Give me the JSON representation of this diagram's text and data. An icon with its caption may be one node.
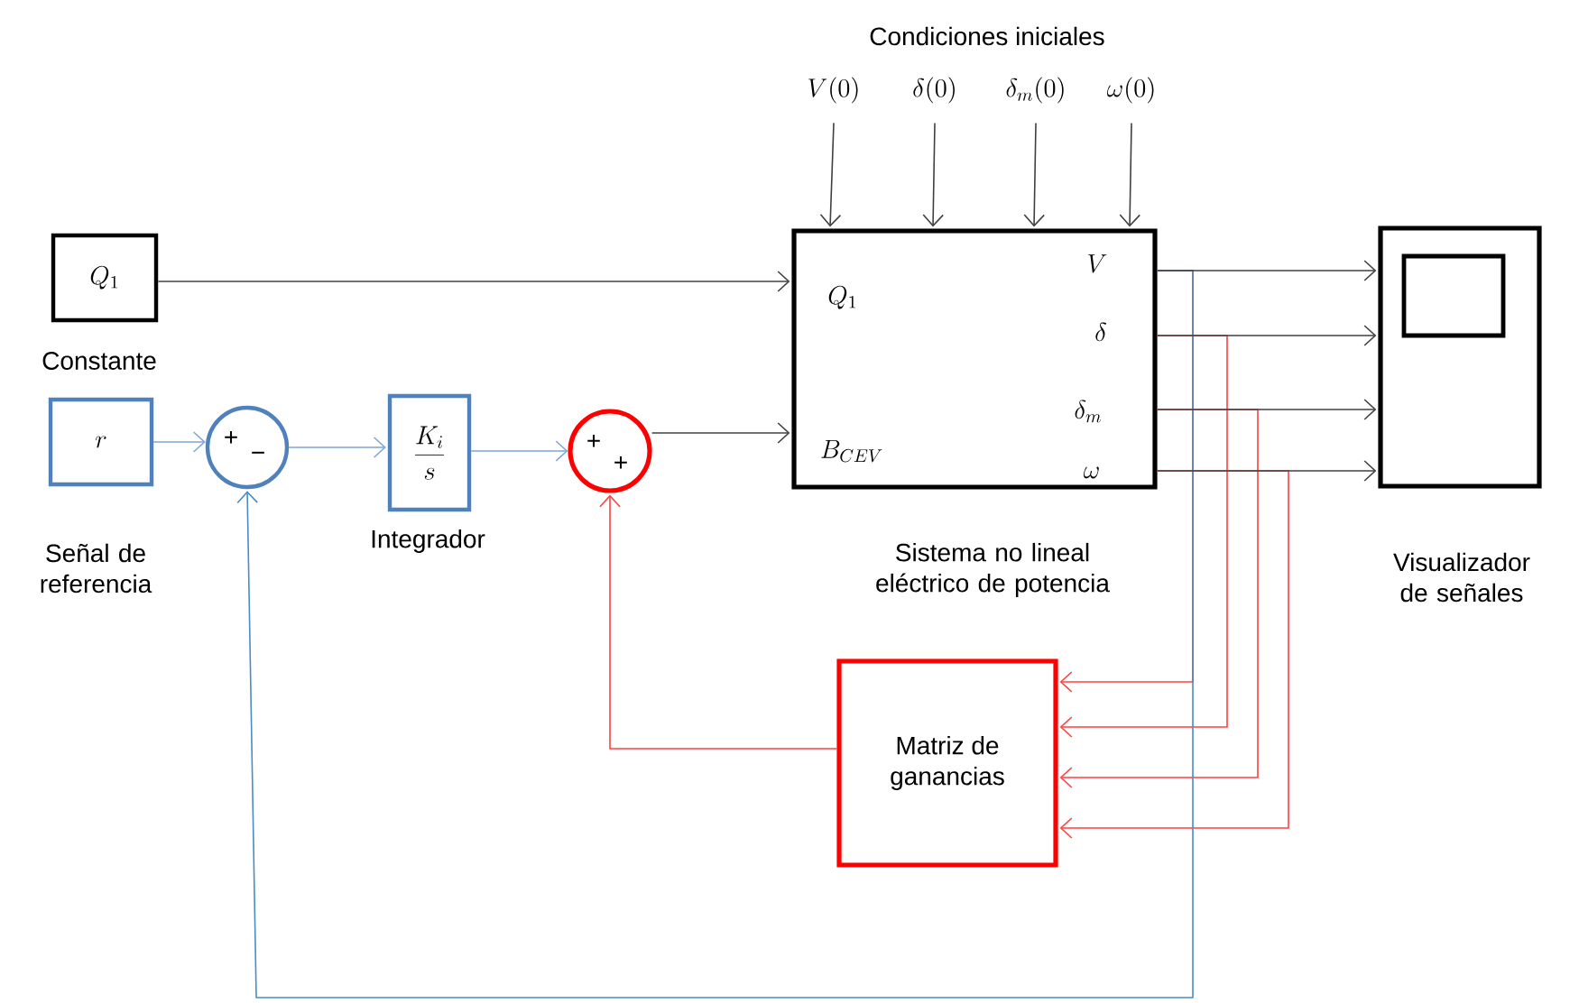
{
  "diagram": {
    "nodes": [
      {
        "text": [
          "Q_1"
        ],
        "beside": [
          "Constante"
        ]
      },
      {
        "text": [
          "r"
        ],
        "beside": [
          "Señal de referencia"
        ]
      },
      {
        "text": [
          "+",
          "−"
        ]
      },
      {
        "text": [
          "\\frac{K_i}{s}"
        ],
        "beside": [
          "Integrador"
        ]
      },
      {
        "text": [
          "+",
          "+"
        ]
      },
      {
        "text": [
          "Q_1",
          "B_{CEV}",
          "V",
          "\\delta",
          "\\delta_m",
          "\\omega"
        ],
        "beside": [
          "Sistema no lineal eléctrico de potencia"
        ]
      },
      {
        "text": [
          "V(0)"
        ]
      },
      {
        "text": [
          "\\delta(0)"
        ]
      },
      {
        "text": [
          "\\delta_m(0)"
        ]
      },
      {
        "text": [
          "\\omega(0)"
        ]
      },
      {
        "text": [],
        "shape": "picture",
        "beside": [
          "Visualizador de señales"
        ]
      },
      {
        "text": [
          "Matriz de ganancias"
        ]
      }
    ],
    "edges": [
      {
        "from": 0,
        "to": 5,
        "arrow": "to"
      },
      {
        "from": 1,
        "to": 2,
        "arrow": "to",
        "color": "#7ea6d8"
      },
      {
        "from": 2,
        "to": 3,
        "arrow": "to",
        "color": "#7ea6d8"
      },
      {
        "from": 3,
        "to": 4,
        "arrow": "to",
        "color": "#7ea6d8"
      },
      {
        "from": 4,
        "to": 5,
        "arrow": "to"
      },
      {
        "from": 6,
        "to": 5,
        "arrow": "to"
      },
      {
        "from": 7,
        "to": 5,
        "arrow": "to"
      },
      {
        "from": 8,
        "to": 5,
        "arrow": "to"
      },
      {
        "from": 9,
        "to": 5,
        "arrow": "to"
      },
      {
        "from": 5,
        "to": 10,
        "arrow": "to"
      },
      {
        "from": 5,
        "to": 10,
        "arrow": "to"
      },
      {
        "from": 5,
        "to": 10,
        "arrow": "to"
      },
      {
        "from": 5,
        "to": 10,
        "arrow": "to"
      },
      {
        "from": 5,
        "to": 11,
        "arrow": "to",
        "color": "#ff4040"
      },
      {
        "from": 5,
        "to": 11,
        "arrow": "to",
        "color": "#ff4040"
      },
      {
        "from": 5,
        "to": 11,
        "arrow": "to",
        "color": "#ff4040"
      },
      {
        "from": 5,
        "to": 11,
        "arrow": "to",
        "color": "#ff4040"
      },
      {
        "from": 11,
        "to": 4,
        "arrow": "to",
        "color": "#ff4040"
      },
      {
        "from": 5,
        "to": 2,
        "arrow": "to",
        "color": "#4a8cc8"
      }
    ],
    "labels": [
      "Condiciones iniciales"
    ]
  }
}
